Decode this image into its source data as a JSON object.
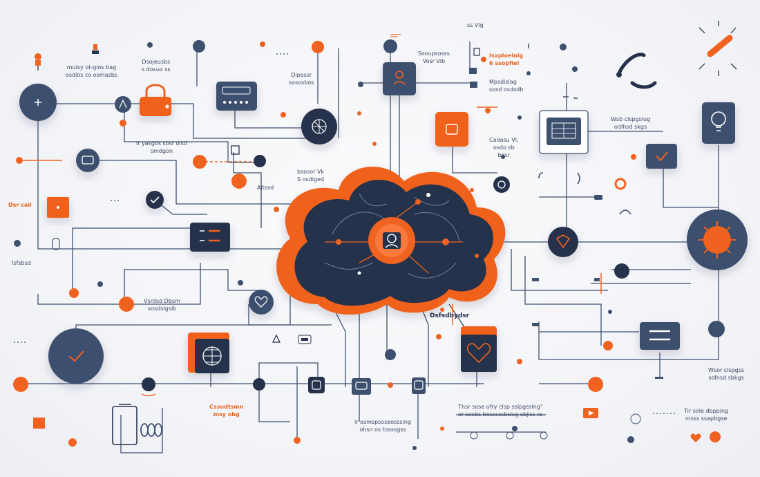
{
  "colors": {
    "navy": "#3d506e",
    "navy_dark": "#25324b",
    "orange": "#f0621f",
    "orange_light": "#ff7a3a",
    "line": "#3d506e",
    "line_orange": "#f0621f"
  },
  "icons": {
    "central_hub": "network-hub-icon",
    "brain": "neural-network-icon",
    "lock": "lock-icon",
    "globe": "globe-icon",
    "heart": "heart-icon",
    "lightbulb": "lightbulb-icon",
    "check": "check-icon",
    "chat": "chat-bubble-icon",
    "sun": "sun-icon"
  },
  "labels": {
    "top_left": "muisy ot-gios bag\nosdios co osmasbs",
    "top_left_2": "Dsojeusbs\ns dosuo ss",
    "mid_left": "ir yasgos sosr olsd\nsmdgon",
    "top_center": "Dipassr\nsososbos",
    "top_mid_2": "Ssoupsosss\nVosr Vib",
    "top_right_orange": "Isxploeinig\n6 ssopfiel",
    "top_right_2": "Mpsdislag\nsosd osdsdb",
    "right_mid": "Wsb clspgslug\nodlhsd skgs",
    "center_left_note": "bsosor Vk\nS osdiged",
    "center_left_small": "Altssd",
    "center_right_note": "Cadasu Vl,\nosdo sb\nbdsr",
    "far_left_orange": "Dsr cail",
    "far_left_small": "Isfsbsd",
    "mid_left_2": "Vsrdsd Dbsm\nvosdslgslb",
    "center_label": "Dsfsdbydsr",
    "bottom_right_1": "Wsor clspgss\nsdlhsd sbkgs",
    "bottom_left_orange": "Cssudtsmn\nmsy obg",
    "bottom_center": "Thsr sose ofry clsp sslpgsslng\"\nor sosbs bosssssbslsg sbjiss ss",
    "bottom_center_left": "ir osmspsoseosssing\nohsn os tosssgss",
    "bottom_right_2": "Tir sole dbpping\nmsss ssapbgse",
    "top_tiny": "ss Vlg"
  }
}
